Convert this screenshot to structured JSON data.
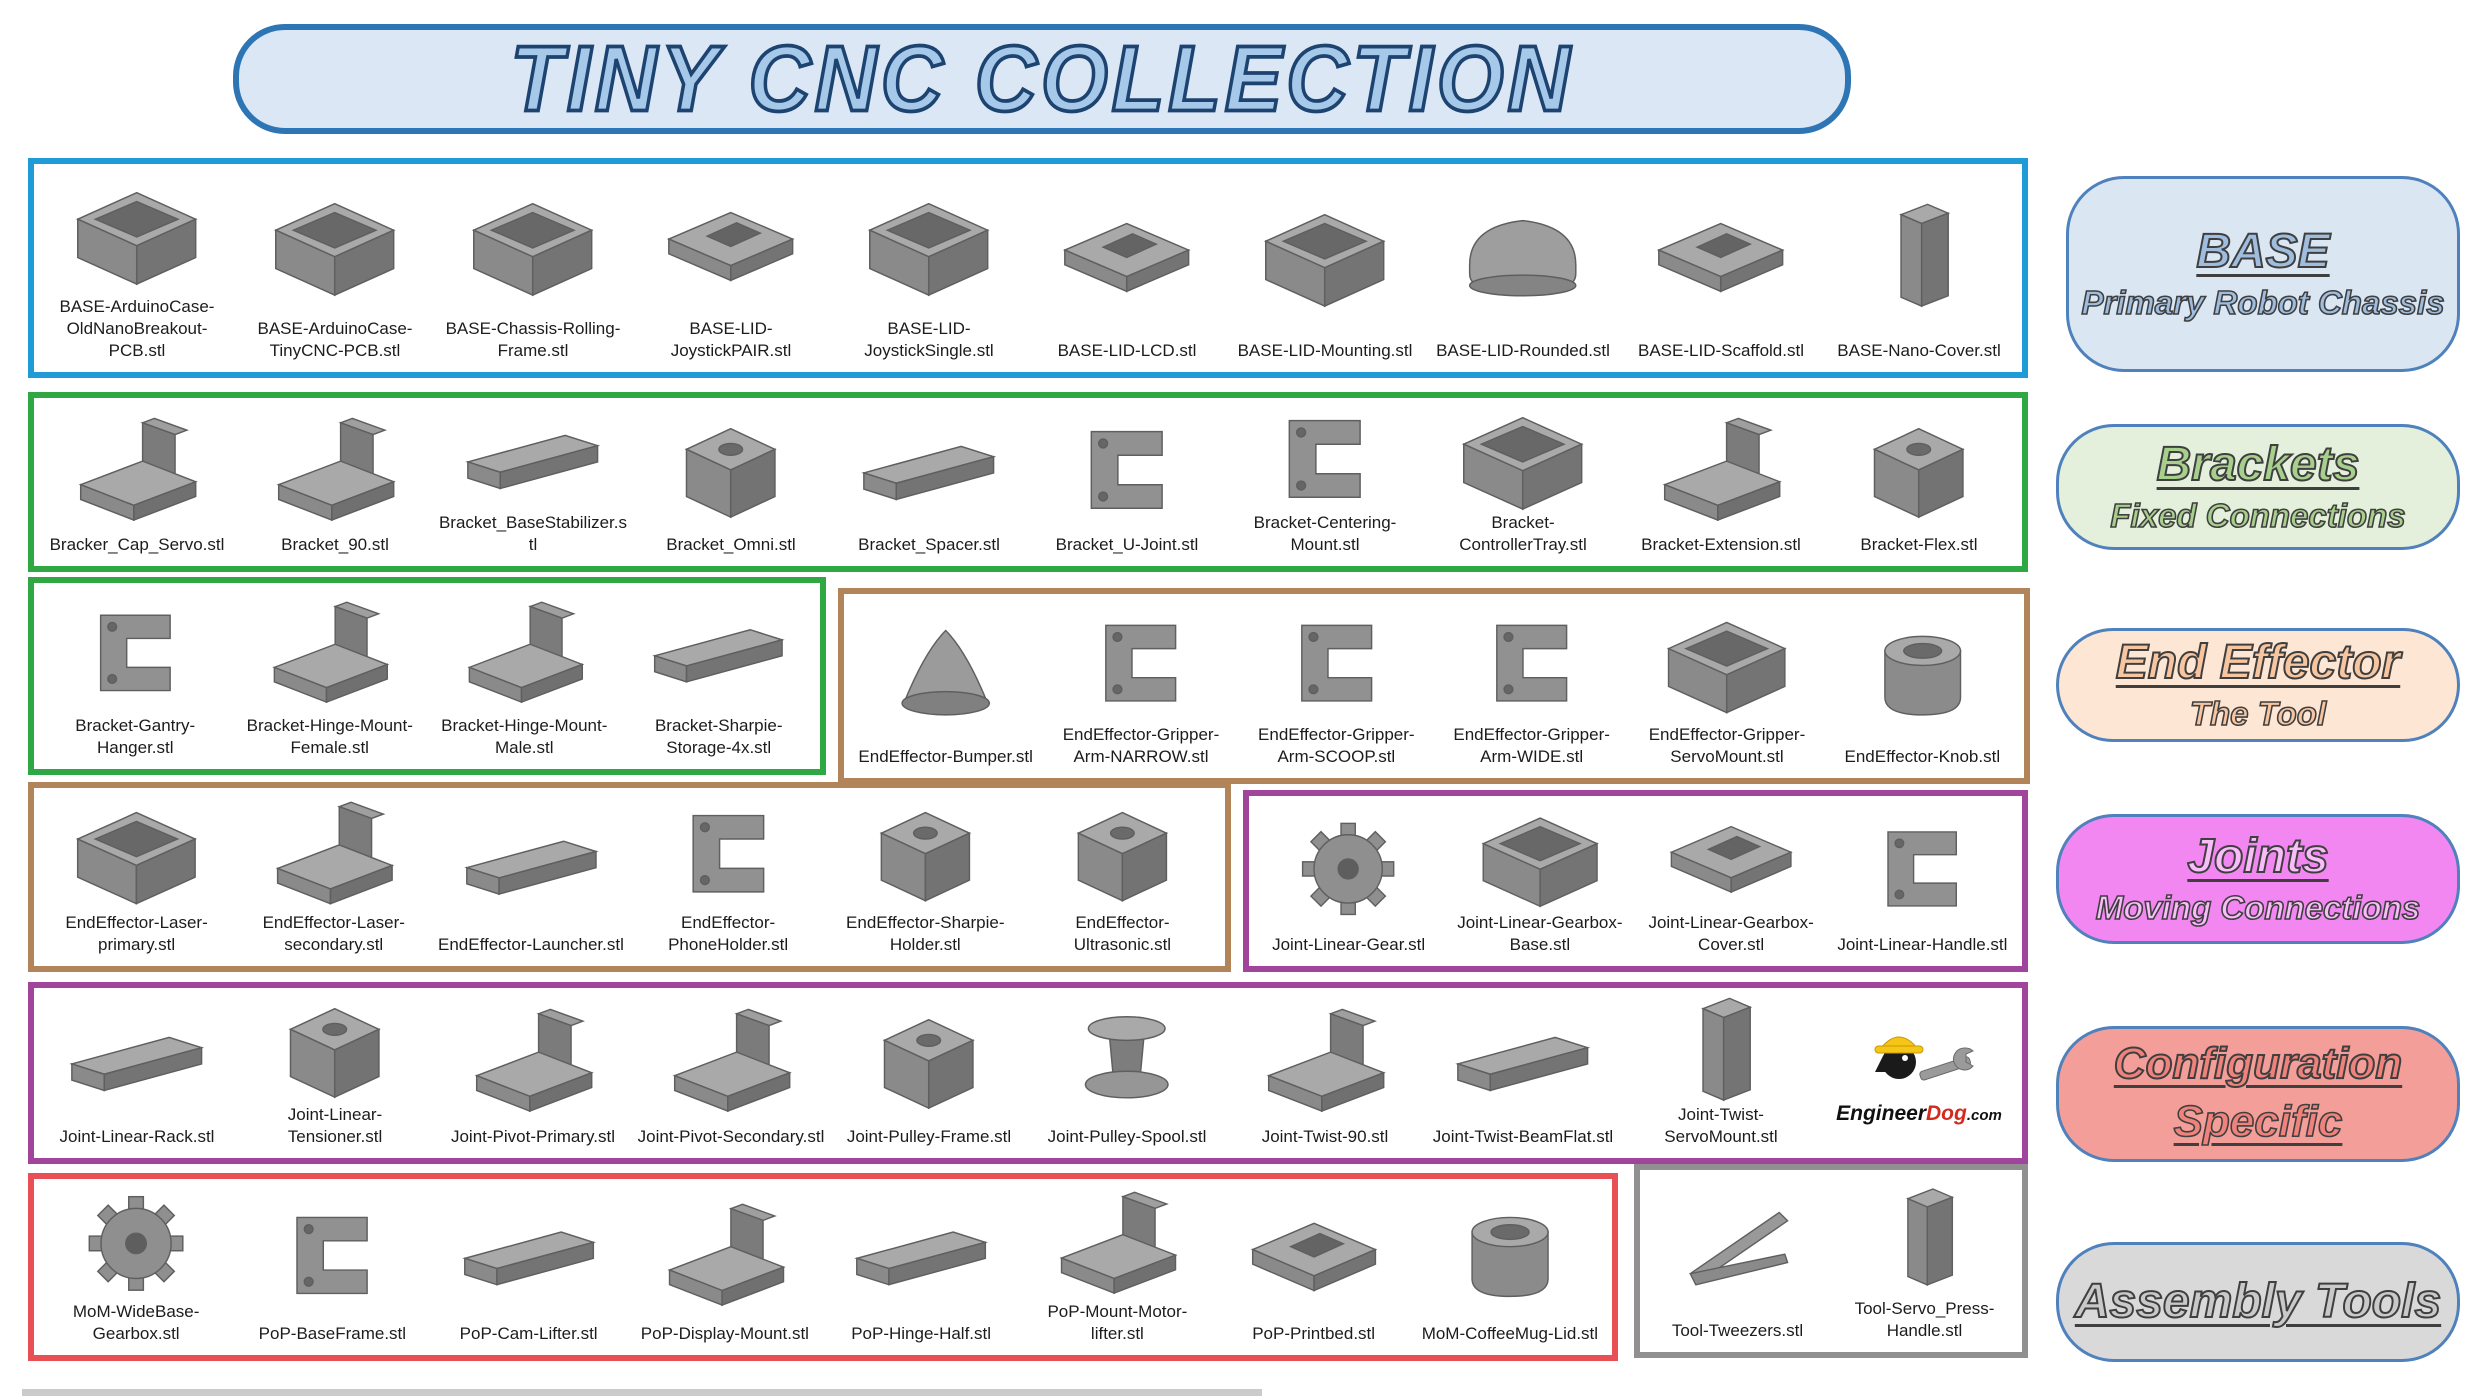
{
  "title": "TINY CNC COLLECTION",
  "logo": {
    "engineer": "Engineer",
    "dog": "Dog",
    "com": ".com"
  },
  "group_colors": {
    "blue": "#1f9cd8",
    "green": "#2fa844",
    "brown": "#b28459",
    "purple": "#a0459b",
    "red": "#e85055",
    "gray": "#909090"
  },
  "category_border": "#4f81bd",
  "categories": [
    {
      "title": "BASE",
      "subtitle": "Primary Robot Chassis",
      "fill": "#dbe6f3",
      "text": "#9fbedf"
    },
    {
      "title": "Brackets",
      "subtitle": "Fixed Connections",
      "fill": "#e4f0dc",
      "text": "#a8d08d"
    },
    {
      "title": "End Effector",
      "subtitle": "The Tool",
      "fill": "#fde6d4",
      "text": "#f7c5a0"
    },
    {
      "title": "Joints",
      "subtitle": "Moving Connections",
      "fill": "#f287f2",
      "text": "#f9bdf9"
    },
    {
      "title": "Configuration",
      "subtitle": "Specific",
      "fill": "#f49e9a",
      "text": "#ef837c"
    },
    {
      "title": "Assembly Tools",
      "subtitle": "",
      "fill": "#d9d9d9",
      "text": "#c9c9c9"
    }
  ],
  "boxes": {
    "base": {
      "items": [
        {
          "label": "BASE-ArduinoCase-OldNanoBreakout-PCB.stl",
          "icon": "case"
        },
        {
          "label": "BASE-ArduinoCase-TinyCNC-PCB.stl",
          "icon": "case"
        },
        {
          "label": "BASE-Chassis-Rolling-Frame.stl",
          "icon": "case"
        },
        {
          "label": "BASE-LID-JoystickPAIR.stl",
          "icon": "lcd"
        },
        {
          "label": "BASE-LID-JoystickSingle.stl",
          "icon": "case"
        },
        {
          "label": "BASE-LID-LCD.stl",
          "icon": "lcd"
        },
        {
          "label": "BASE-LID-Mounting.stl",
          "icon": "case"
        },
        {
          "label": "BASE-LID-Rounded.stl",
          "icon": "dome"
        },
        {
          "label": "BASE-LID-Scaffold.stl",
          "icon": "lcd"
        },
        {
          "label": "BASE-Nano-Cover.stl",
          "icon": "tower"
        }
      ]
    },
    "brackets": {
      "items": [
        {
          "label": "Bracker_Cap_Servo.stl",
          "icon": "bracketL"
        },
        {
          "label": "Bracket_90.stl",
          "icon": "bracketL"
        },
        {
          "label": "Bracket_BaseStabilizer.stl",
          "icon": "bar"
        },
        {
          "label": "Bracket_Omni.stl",
          "icon": "cube"
        },
        {
          "label": "Bracket_Spacer.stl",
          "icon": "bar"
        },
        {
          "label": "Bracket_U-Joint.stl",
          "icon": "clamp"
        },
        {
          "label": "Bracket-Centering-Mount.stl",
          "icon": "clamp"
        },
        {
          "label": "Bracket-ControllerTray.stl",
          "icon": "case"
        },
        {
          "label": "Bracket-Extension.stl",
          "icon": "bracketL"
        },
        {
          "label": "Bracket-Flex.stl",
          "icon": "cube"
        }
      ]
    },
    "brackets2": {
      "items": [
        {
          "label": "Bracket-Gantry-Hanger.stl",
          "icon": "clamp"
        },
        {
          "label": "Bracket-Hinge-Mount-Female.stl",
          "icon": "bracketL"
        },
        {
          "label": "Bracket-Hinge-Mount-Male.stl",
          "icon": "bracketL"
        },
        {
          "label": "Bracket-Sharpie-Storage-4x.stl",
          "icon": "bar"
        }
      ]
    },
    "endeffector1": {
      "items": [
        {
          "label": "EndEffector-Bumper.stl",
          "icon": "cone"
        },
        {
          "label": "EndEffector-Gripper-Arm-NARROW.stl",
          "icon": "clamp"
        },
        {
          "label": "EndEffector-Gripper-Arm-SCOOP.stl",
          "icon": "clamp"
        },
        {
          "label": "EndEffector-Gripper-Arm-WIDE.stl",
          "icon": "clamp"
        },
        {
          "label": "EndEffector-Gripper-ServoMount.stl",
          "icon": "case"
        },
        {
          "label": "EndEffector-Knob.stl",
          "icon": "cylinder"
        }
      ]
    },
    "endeffector2": {
      "items": [
        {
          "label": "EndEffector-Laser-primary.stl",
          "icon": "case"
        },
        {
          "label": "EndEffector-Laser-secondary.stl",
          "icon": "bracketL"
        },
        {
          "label": "EndEffector-Launcher.stl",
          "icon": "bar"
        },
        {
          "label": "EndEffector-PhoneHolder.stl",
          "icon": "clamp"
        },
        {
          "label": "EndEffector-Sharpie-Holder.stl",
          "icon": "cube"
        },
        {
          "label": "EndEffector-Ultrasonic.stl",
          "icon": "cube"
        }
      ]
    },
    "joints1": {
      "items": [
        {
          "label": "Joint-Linear-Gear.stl",
          "icon": "gear"
        },
        {
          "label": "Joint-Linear-Gearbox-Base.stl",
          "icon": "case"
        },
        {
          "label": "Joint-Linear-Gearbox-Cover.stl",
          "icon": "lcd"
        },
        {
          "label": "Joint-Linear-Handle.stl",
          "icon": "clamp"
        }
      ]
    },
    "joints2": {
      "items": [
        {
          "label": "Joint-Linear-Rack.stl",
          "icon": "bar"
        },
        {
          "label": "Joint-Linear-Tensioner.stl",
          "icon": "cube"
        },
        {
          "label": "Joint-Pivot-Primary.stl",
          "icon": "bracketL"
        },
        {
          "label": "Joint-Pivot-Secondary.stl",
          "icon": "bracketL"
        },
        {
          "label": "Joint-Pulley-Frame.stl",
          "icon": "cube"
        },
        {
          "label": "Joint-Pulley-Spool.stl",
          "icon": "spool"
        },
        {
          "label": "Joint-Twist-90.stl",
          "icon": "bracketL"
        },
        {
          "label": "Joint-Twist-BeamFlat.stl",
          "icon": "bar"
        },
        {
          "label": "Joint-Twist-ServoMount.stl",
          "icon": "tower"
        },
        {
          "icon": "logo"
        }
      ]
    },
    "config": {
      "items": [
        {
          "label": "MoM-WideBase-Gearbox.stl",
          "icon": "gear"
        },
        {
          "label": "PoP-BaseFrame.stl",
          "icon": "clamp"
        },
        {
          "label": "PoP-Cam-Lifter.stl",
          "icon": "bar"
        },
        {
          "label": "PoP-Display-Mount.stl",
          "icon": "bracketL"
        },
        {
          "label": "PoP-Hinge-Half.stl",
          "icon": "bar"
        },
        {
          "label": "PoP-Mount-Motor-lifter.stl",
          "icon": "bracketL"
        },
        {
          "label": "PoP-Printbed.stl",
          "icon": "lcd"
        },
        {
          "label": "MoM-CoffeeMug-Lid.stl",
          "icon": "cylinder"
        }
      ]
    },
    "tools": {
      "items": [
        {
          "label": "Tool-Tweezers.stl",
          "icon": "tweezers"
        },
        {
          "label": "Tool-Servo_Press-Handle.stl",
          "icon": "tower"
        }
      ]
    }
  }
}
